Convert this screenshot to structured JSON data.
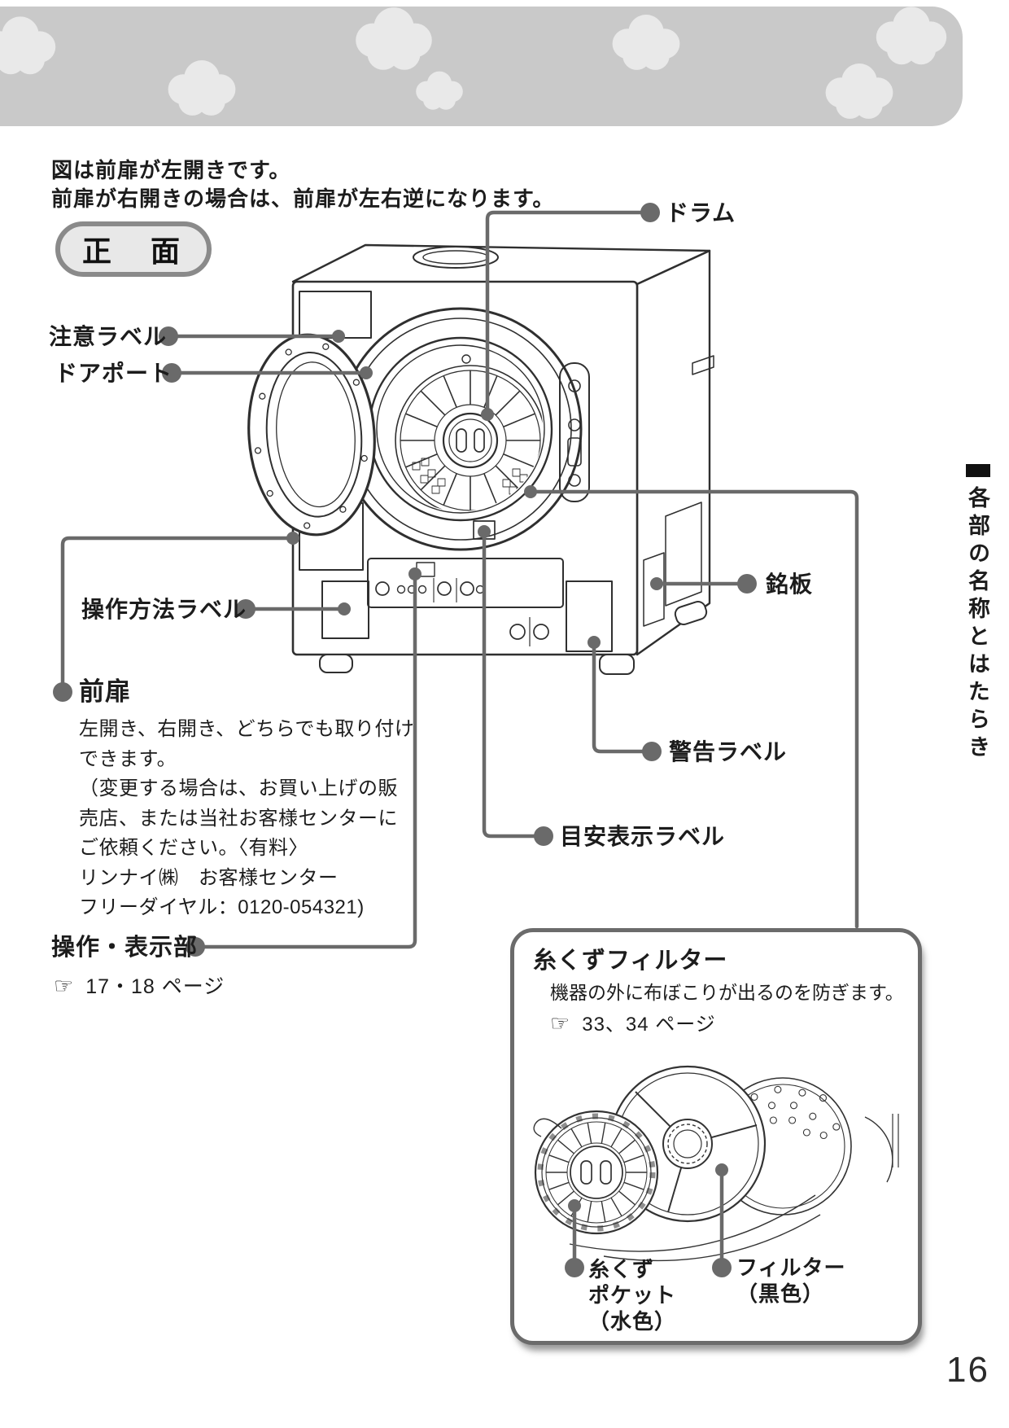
{
  "page": {
    "number": "16",
    "sidebar_title": "各部の名称とはたらき"
  },
  "intro": {
    "line1": "図は前扉が左開きです。",
    "line2": "前扉が右開きの場合は、前扉が左右逆になります。"
  },
  "view_badge": {
    "label": "正　面"
  },
  "callouts": {
    "drum": {
      "label": "ドラム"
    },
    "caution_label": {
      "label": "注意ラベル"
    },
    "door_port": {
      "label": "ドアポート"
    },
    "operation_method_label": {
      "label": "操作方法ラベル"
    },
    "front_door": {
      "label": "前扉",
      "desc_lines": [
        "左開き、右開き、どちらでも取り付け",
        "できます。",
        "（変更する場合は、お買い上げの販",
        "売店、または当社お客様センターに",
        "ご依頼ください。〈有料〉",
        "リンナイ㈱　お客様センター",
        "フリーダイヤル：0120-054321)"
      ]
    },
    "operation_display": {
      "label": "操作・表示部",
      "ref_icon": "☞",
      "ref_text": "17・18 ページ"
    },
    "nameplate": {
      "label": "銘板"
    },
    "warning_label": {
      "label": "警告ラベル"
    },
    "guide_label": {
      "label": "目安表示ラベル"
    }
  },
  "filter_box": {
    "title": "糸くずフィルター",
    "desc": "機器の外に布ぼこりが出るのを防ぎます。",
    "ref_icon": "☞",
    "ref_text": "33、34 ページ",
    "lint_pocket_lines": [
      "糸くず",
      "ポケット",
      "（水色）"
    ],
    "filter_lines": [
      "フィルター",
      "（黒色）"
    ]
  },
  "colors": {
    "banner": "#c9c9c9",
    "cloud": "#e9e9e9",
    "callout": "#6a6a6a",
    "line_art": "#2f2f2f",
    "badge_bg": "#e8e8e8",
    "badge_border": "#8a8a8a"
  }
}
